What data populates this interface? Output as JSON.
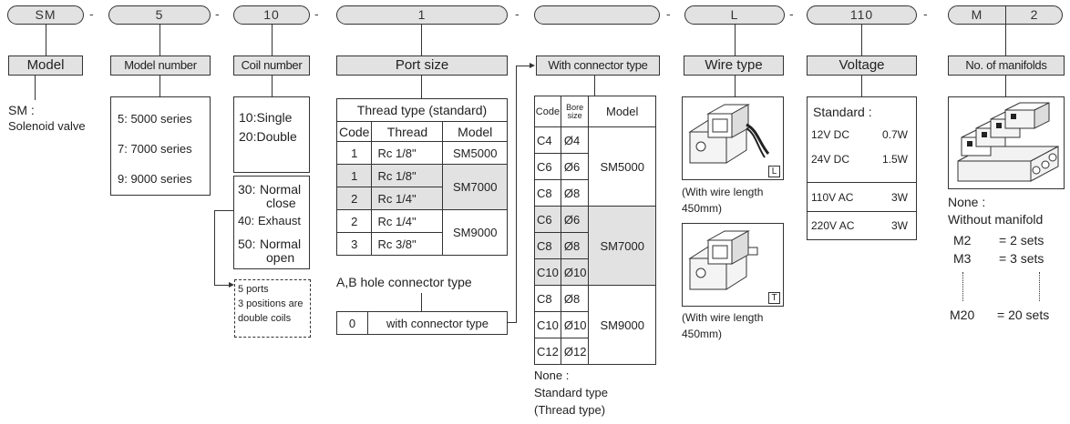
{
  "codes": {
    "model": "SM",
    "model_number": "5",
    "coil_number": "10",
    "port_size": "1",
    "connector": "",
    "wire_type": "L",
    "voltage": "110",
    "manifold_letter": "M",
    "manifold_count": "2",
    "separator": "-"
  },
  "headers": {
    "model": "Model",
    "model_number": "Model number",
    "coil_number": "Coil number",
    "port_size": "Port size",
    "connector": "With connector type",
    "wire_type": "Wire type",
    "voltage": "Voltage",
    "manifolds": "No. of manifolds"
  },
  "model_desc": {
    "line1": "SM :",
    "line2": "Solenoid valve"
  },
  "model_numbers": [
    "5: 5000 series",
    "7: 7000 series",
    "9: 9000 series"
  ],
  "coil_types": [
    "10:Single",
    "20:Double"
  ],
  "coil_positions": [
    {
      "code": "30:",
      "label": "Normal",
      "label2": "close"
    },
    {
      "code": "40:",
      "label": "Exhaust",
      "label2": ""
    },
    {
      "code": "50:",
      "label": "Normal",
      "label2": "open"
    }
  ],
  "coil_note": [
    "5 ports",
    "3 positions are",
    "double coils"
  ],
  "thread_table": {
    "title": "Thread type (standard)",
    "columns": [
      "Code",
      "Thread",
      "Model"
    ],
    "rows": [
      {
        "code": "1",
        "thread": "Rc 1/8\""
      },
      {
        "code": "1",
        "thread": "Rc 1/8\""
      },
      {
        "code": "2",
        "thread": "Rc 1/4\""
      },
      {
        "code": "2",
        "thread": "Rc 1/4\""
      },
      {
        "code": "3",
        "thread": "Rc 3/8\""
      }
    ],
    "models": [
      "SM5000",
      "SM7000",
      "SM9000"
    ]
  },
  "ab_hole": {
    "title": "A,B hole connector type",
    "code": "0",
    "label": "with connector type"
  },
  "connector_table": {
    "columns": [
      "Code",
      "Bore",
      "size",
      "Model"
    ],
    "rows": [
      {
        "code": "C4",
        "bore": "Ø4"
      },
      {
        "code": "C6",
        "bore": "Ø6"
      },
      {
        "code": "C8",
        "bore": "Ø8"
      },
      {
        "code": "C6",
        "bore": "Ø6"
      },
      {
        "code": "C8",
        "bore": "Ø8"
      },
      {
        "code": "C10",
        "bore": "Ø10"
      },
      {
        "code": "C8",
        "bore": "Ø8"
      },
      {
        "code": "C10",
        "bore": "Ø10"
      },
      {
        "code": "C12",
        "bore": "Ø12"
      }
    ],
    "models": [
      "SM5000",
      "SM7000",
      "SM9000"
    ],
    "note": [
      "None :",
      "Standard type",
      "(Thread type)"
    ]
  },
  "wire": {
    "tag1": "L",
    "tag2": "T",
    "caption1": [
      "(With wire length",
      "450mm)"
    ],
    "caption2": [
      "(With wire length",
      "450mm)"
    ]
  },
  "voltage": {
    "title": "Standard :",
    "dc": [
      {
        "v": "12V DC",
        "w": "0.7W"
      },
      {
        "v": "24V DC",
        "w": "1.5W"
      }
    ],
    "ac": [
      {
        "v": "110V AC",
        "w": "3W"
      },
      {
        "v": "220V AC",
        "w": "3W"
      }
    ]
  },
  "manifold": {
    "none": "None :",
    "without": "Without manifold",
    "sets": [
      {
        "m": "M2",
        "eq": "= 2 sets"
      },
      {
        "m": "M3",
        "eq": "= 3 sets"
      },
      {
        "m": "M20",
        "eq": "= 20 sets"
      }
    ]
  }
}
